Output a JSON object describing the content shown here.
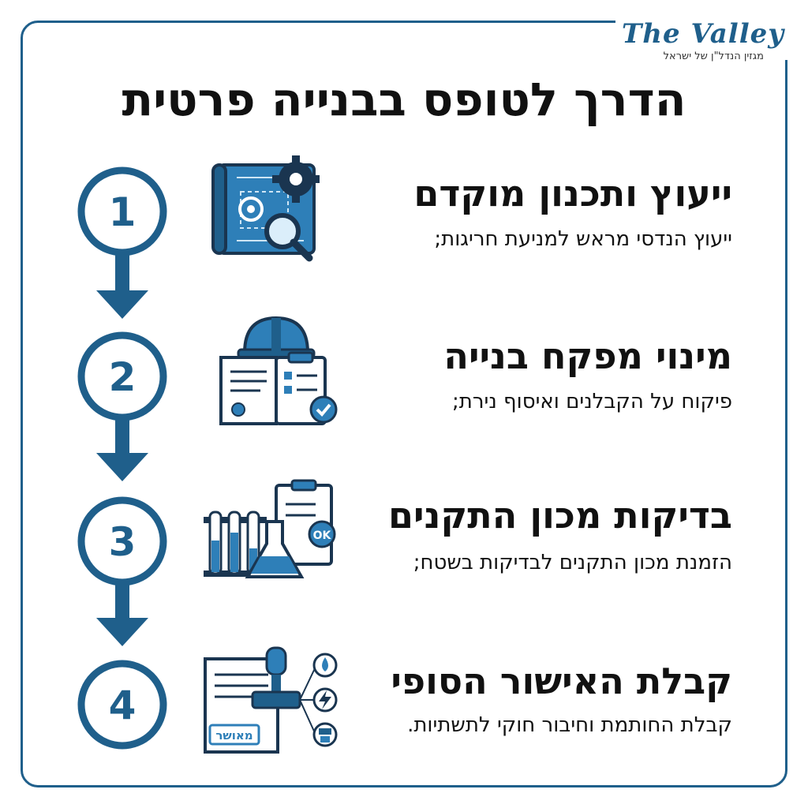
{
  "logo": {
    "name": "The Valley",
    "tagline": "מגזין הנדל\"ן של ישראל"
  },
  "title": "הדרך לטופס בבנייה פרטית",
  "colors": {
    "primary": "#1f5f8b",
    "accent": "#2e7fb8",
    "text": "#111111"
  },
  "steps": [
    {
      "number": "1",
      "title": "ייעוץ ותכנון מוקדם",
      "description": "ייעוץ הנדסי מראש למניעת חריגות;",
      "icon": "blueprint-gear-magnifier-icon"
    },
    {
      "number": "2",
      "title": "מינוי מפקח בנייה",
      "description": "פיקוח על הקבלנים ואיסוף נירת;",
      "icon": "hardhat-clipboard-icon"
    },
    {
      "number": "3",
      "title": "בדיקות מכון התקנים",
      "description": "הזמנת מכון התקנים לבדיקות בשטח;",
      "icon": "lab-tests-icon"
    },
    {
      "number": "4",
      "title": "קבלת האישור הסופי",
      "description": "קבלת החותמת וחיבור חוקי לתשתיות.",
      "icon": "approval-stamp-icon",
      "stamp_text": "מאושר"
    }
  ]
}
